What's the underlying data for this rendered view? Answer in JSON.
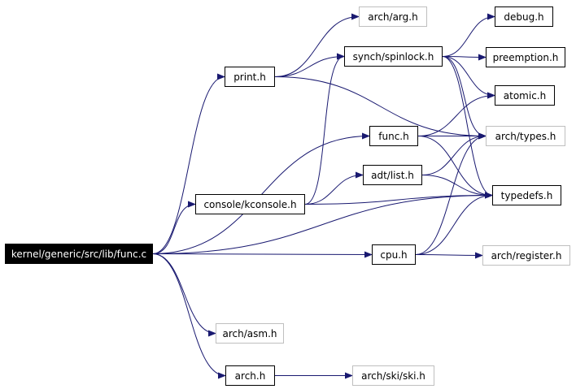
{
  "colors": {
    "edge": "#191970",
    "box": "#000000",
    "external_box": "#bfbfbf",
    "root_fill": "#000000",
    "root_text": "#ffffff"
  },
  "nodes": {
    "root": "kernel/generic/src/lib/func.c",
    "print": "print.h",
    "arch_arg": "arch/arg.h",
    "spinlock": "synch/spinlock.h",
    "debug": "debug.h",
    "preemption": "preemption.h",
    "atomic": "atomic.h",
    "func": "func.h",
    "arch_types": "arch/types.h",
    "adt_list": "adt/list.h",
    "kconsole": "console/kconsole.h",
    "typedefs": "typedefs.h",
    "cpu": "cpu.h",
    "arch_register": "arch/register.h",
    "arch_asm": "arch/asm.h",
    "arch": "arch.h",
    "arch_ski": "arch/ski/ski.h"
  },
  "edges": [
    [
      "root",
      "print"
    ],
    [
      "root",
      "kconsole"
    ],
    [
      "root",
      "func"
    ],
    [
      "root",
      "cpu"
    ],
    [
      "root",
      "typedefs"
    ],
    [
      "root",
      "arch_asm"
    ],
    [
      "root",
      "arch"
    ],
    [
      "print",
      "arch_arg"
    ],
    [
      "print",
      "spinlock"
    ],
    [
      "print",
      "arch_types"
    ],
    [
      "spinlock",
      "debug"
    ],
    [
      "spinlock",
      "preemption"
    ],
    [
      "spinlock",
      "atomic"
    ],
    [
      "spinlock",
      "arch_types"
    ],
    [
      "spinlock",
      "typedefs"
    ],
    [
      "func",
      "atomic"
    ],
    [
      "func",
      "arch_types"
    ],
    [
      "func",
      "typedefs"
    ],
    [
      "kconsole",
      "spinlock"
    ],
    [
      "kconsole",
      "adt_list"
    ],
    [
      "kconsole",
      "typedefs"
    ],
    [
      "adt_list",
      "arch_types"
    ],
    [
      "adt_list",
      "typedefs"
    ],
    [
      "cpu",
      "arch_register"
    ],
    [
      "cpu",
      "arch_types"
    ],
    [
      "cpu",
      "typedefs"
    ],
    [
      "arch",
      "arch_ski"
    ]
  ]
}
